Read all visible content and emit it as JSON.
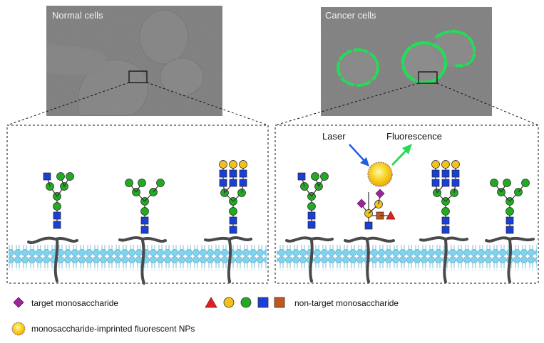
{
  "micrographs": {
    "normal": {
      "label": "Normal cells"
    },
    "cancer": {
      "label": "Cancer cells"
    }
  },
  "panel_right": {
    "laser_label": "Laser",
    "fluorescence_label": "Fluorescence"
  },
  "legend": {
    "target_label": "target monosaccharide",
    "non_target_label": "non-target monosaccharide",
    "np_label": "monosaccharide-imprinted fluorescent NPs"
  },
  "colors": {
    "green_sugar": "#22aa22",
    "blue_sugar": "#1a3fd6",
    "yellow_sugar": "#f3c11c",
    "purple_sugar": "#9b2795",
    "red_sugar": "#e02020",
    "brown_sugar": "#c0571e",
    "membrane": "#7fd3ef",
    "fluorescence": "#22dd55",
    "laser": "#2060e0"
  },
  "icons": [
    "target-monosaccharide-diamond",
    "fluorescent-nanoparticle",
    "laser-arrow",
    "fluorescence-arrow"
  ]
}
